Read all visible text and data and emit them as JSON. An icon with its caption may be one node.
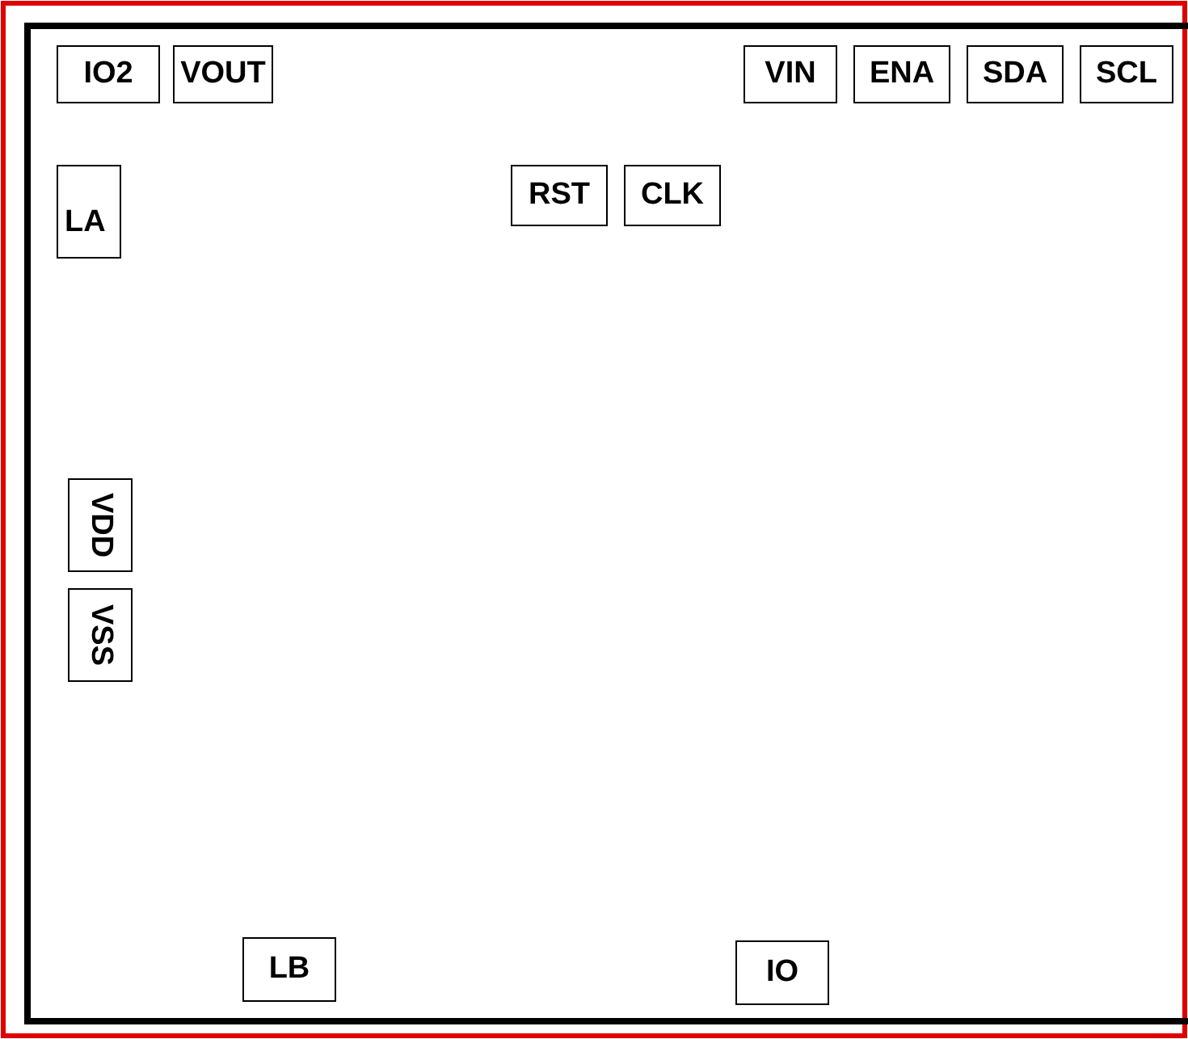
{
  "diagram": {
    "nodes": [
      {
        "text": [
          "IO2"
        ]
      },
      {
        "text": [
          "VOUT"
        ]
      },
      {
        "text": [
          "VIN"
        ]
      },
      {
        "text": [
          "ENA"
        ]
      },
      {
        "text": [
          "SDA"
        ]
      },
      {
        "text": [
          "SCL"
        ]
      },
      {
        "text": [
          "LA"
        ]
      },
      {
        "text": [
          "RST"
        ]
      },
      {
        "text": [
          "CLK"
        ]
      },
      {
        "text": [
          "VDD"
        ]
      },
      {
        "text": [
          "VSS"
        ]
      },
      {
        "text": [
          "LB"
        ]
      },
      {
        "text": [
          "IO"
        ]
      }
    ]
  }
}
